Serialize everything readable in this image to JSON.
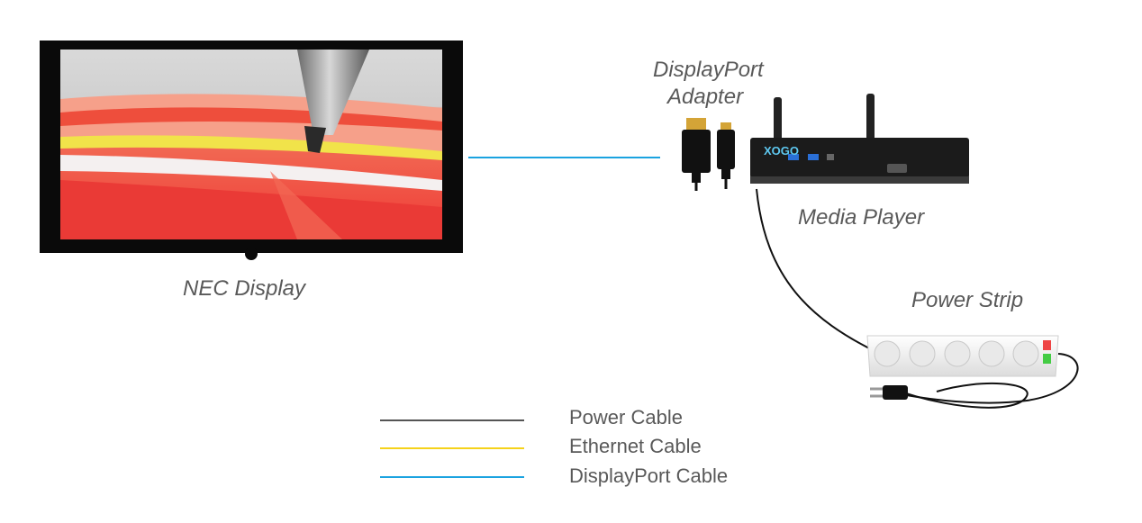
{
  "labels": {
    "display": "NEC Display",
    "adapter_line1": "DisplayPort",
    "adapter_line2": "Adapter",
    "media_player": "Media Player",
    "power_strip": "Power Strip"
  },
  "media_player_brand": "XOGO",
  "legend": [
    {
      "label": "Power Cable",
      "color": "#555555"
    },
    {
      "label": "Ethernet Cable",
      "color": "#f5d21b"
    },
    {
      "label": "DisplayPort Cable",
      "color": "#1aa3e0"
    }
  ],
  "colors": {
    "displayport_cable": "#1aa3e0",
    "power_cable": "#111111",
    "text": "#595959"
  }
}
